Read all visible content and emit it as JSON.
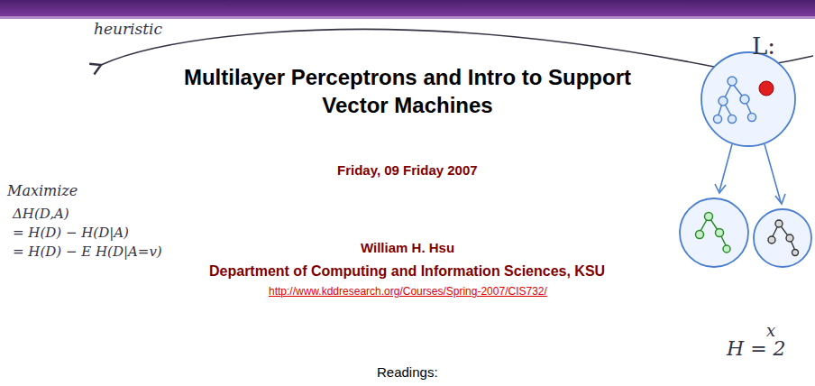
{
  "diagram": {
    "title": "Multilayer Perceptrons and Intro to Support Vector Machines",
    "labels": [
      "Friday, 09 Friday 2007",
      "William H. Hsu",
      "Department of Computing and Information Sciences, KSU",
      "http://www.kddresearch.org/Courses/Spring-2007/CIS732/",
      "Readings:",
      "heuristic",
      "Maximize",
      "ΔH(D,A)",
      "= H(D) − H(D|A)",
      "= H(D) − E H(D|A=v)",
      "L:",
      "x",
      "H = 2"
    ]
  }
}
